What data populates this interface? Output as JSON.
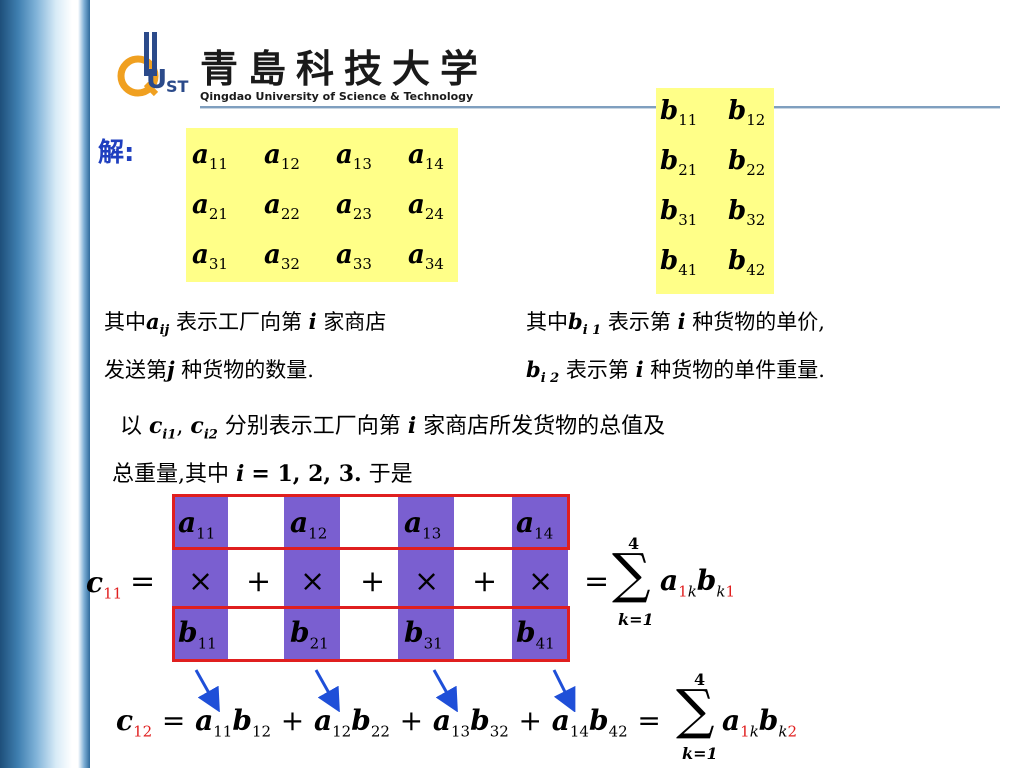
{
  "logo": {
    "emblem": "QUST",
    "chinese": "青島科技大学",
    "english": "Qingdao University of Science & Technology"
  },
  "solution_label": "解:",
  "matrix_a": {
    "rows": [
      [
        "a11",
        "a12",
        "a13",
        "a14"
      ],
      [
        "a21",
        "a22",
        "a23",
        "a24"
      ],
      [
        "a31",
        "a32",
        "a33",
        "a34"
      ]
    ]
  },
  "matrix_b": {
    "rows": [
      [
        "b11",
        "b12"
      ],
      [
        "b21",
        "b22"
      ],
      [
        "b31",
        "b32"
      ],
      [
        "b41",
        "b42"
      ]
    ]
  },
  "text": {
    "a_desc_1_pre": "其中",
    "a_desc_1_post": "表示工厂向第",
    "a_desc_1_tail": "家商店",
    "a_desc_2_pre": "发送第",
    "a_desc_2_post": "种货物的数量.",
    "b_desc_1_pre": "其中",
    "b_desc_1_post": "表示第",
    "b_desc_1_tail": "种货物的单价,",
    "b_desc_2_post": "表示第",
    "b_desc_2_tail": "种货物的单件重量.",
    "line3_pre": "以",
    "line3_post": "分别表示工厂向第",
    "line3_tail": "家商店所发货物的总值及",
    "line4_pre": "总重量,其中",
    "line4_values": "= 1, 2, 3.",
    "line4_tail": "于是"
  },
  "formula_c11": {
    "top": [
      "a11",
      "a12",
      "a13",
      "a14"
    ],
    "middle": [
      "×",
      "+",
      "×",
      "+",
      "×",
      "+",
      "×"
    ],
    "bottom": [
      "b11",
      "b21",
      "b31",
      "b41"
    ],
    "sum_upper": "4",
    "sum_lower": "k=1"
  },
  "formula_c12": {
    "text": "c12 = a11b12 + a12b22 + a13b32 + a14b42",
    "sum_upper": "4",
    "sum_lower": "k=1"
  },
  "colors": {
    "matrix_bg": "#ffff88",
    "product_box": "#7a5fd0",
    "red": "#e01f1f",
    "blue": "#1f3fbf",
    "arrow": "#1f4fd8"
  }
}
